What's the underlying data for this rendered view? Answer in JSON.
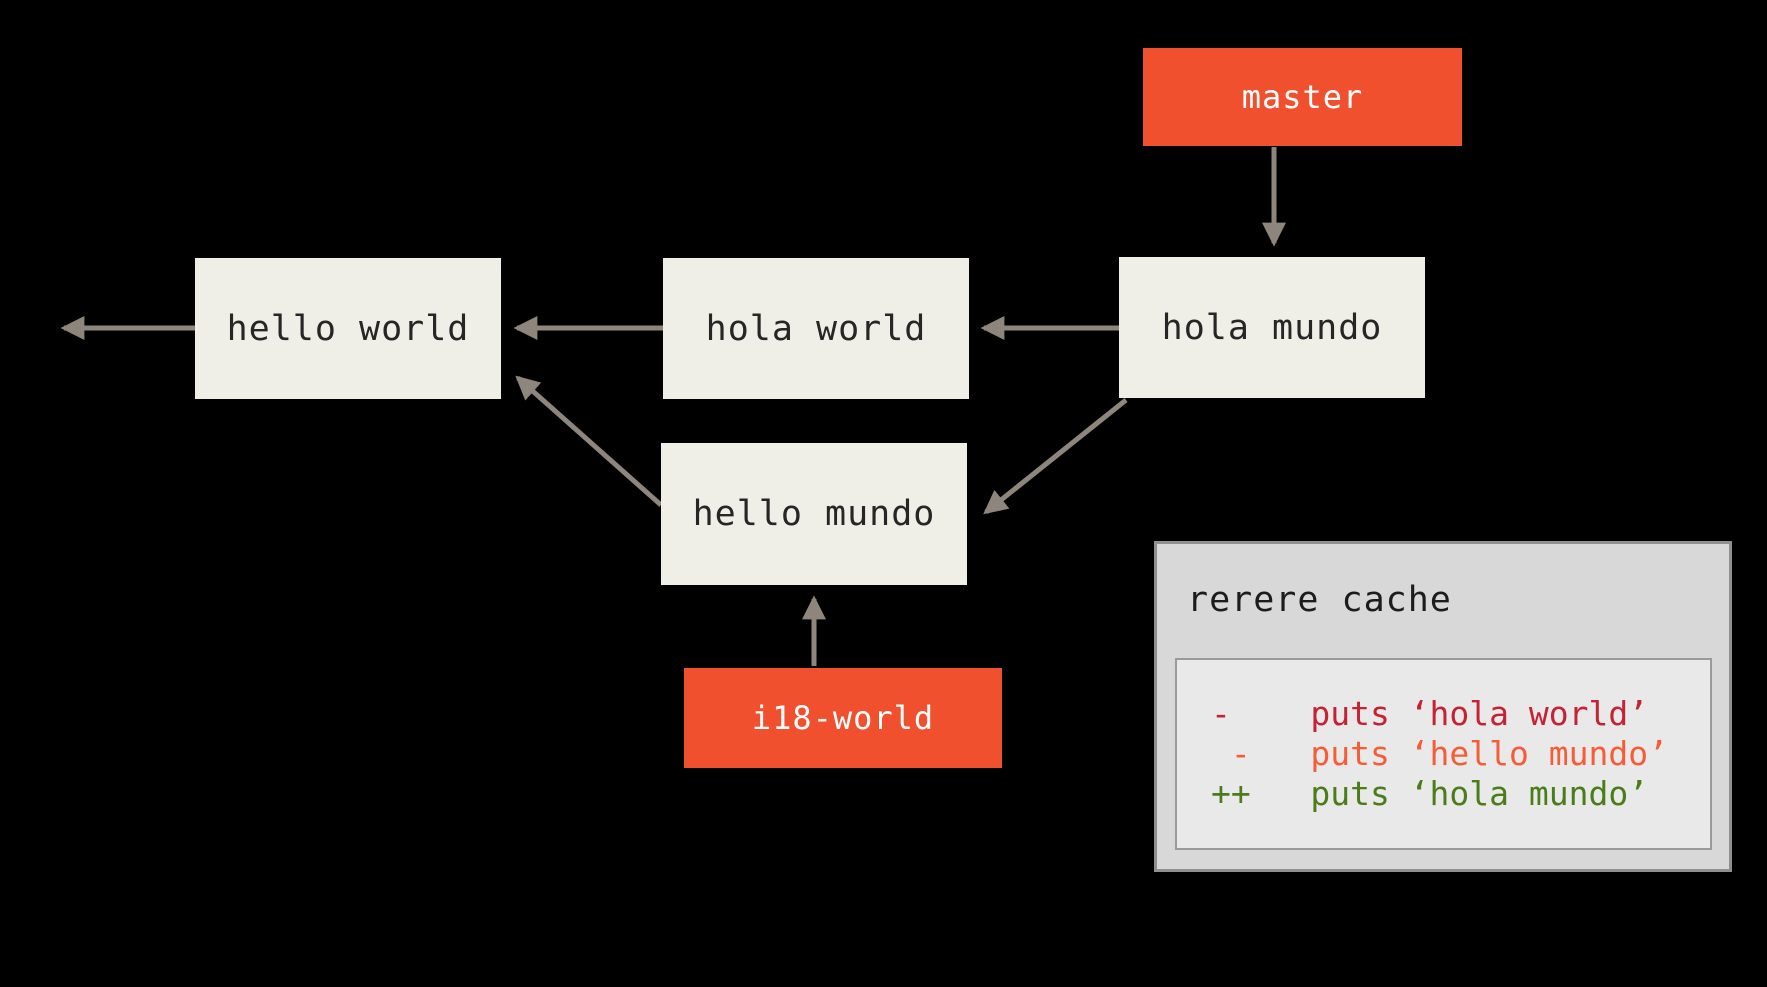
{
  "branch_labels": {
    "master": "master",
    "i18_world": "i18-world"
  },
  "commits": {
    "hello_world": "hello world",
    "hola_world": "hola world",
    "hola_mundo": "hola mundo",
    "hello_mundo": "hello mundo"
  },
  "rerere_cache": {
    "title": "rerere cache",
    "diff_lines": [
      {
        "text": "-    puts ‘hola world’",
        "color": "#c52233"
      },
      {
        "text": " -   puts ‘hello mundo’",
        "color": "#f65d36"
      },
      {
        "text": "++   puts ‘hola mundo’",
        "color": "#4a7c19"
      }
    ]
  },
  "colors": {
    "branch_box": "#f1502f",
    "branch_text": "#ffffff",
    "commit_box": "#f0efe7",
    "commit_text": "#262626",
    "arrow": "#8e867c",
    "cache_outer_bg": "#d8d8d8",
    "cache_inner_bg": "#e9e9e9",
    "cache_border": "#8f8f8f",
    "cache_title": "#1c1c1c",
    "page_bg": "#000000"
  }
}
